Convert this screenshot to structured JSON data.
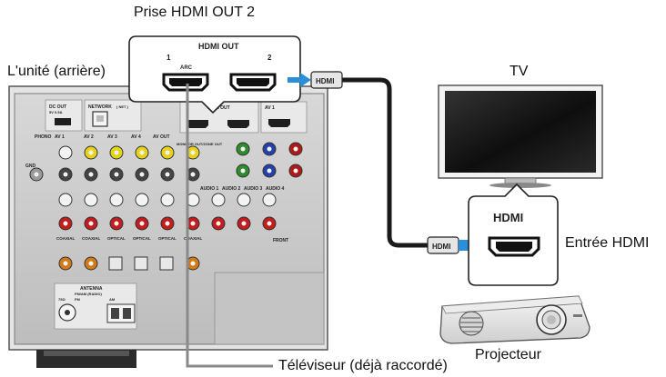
{
  "labels": {
    "hdmi_out2_title": "Prise HDMI OUT 2",
    "unit_rear": "L'unité (arrière)",
    "tv": "TV",
    "hdmi_input": "Entrée HDMI",
    "projector": "Projecteur",
    "tv_already_connected": "Téléviseur (déjà raccordé)"
  },
  "callout": {
    "title": "HDMI OUT",
    "port1": "1",
    "port2": "2",
    "arc": "ARC"
  },
  "cable": {
    "plug_label": "HDMI"
  },
  "projector_callout": {
    "title": "HDMI"
  },
  "panel": {
    "dc_out": "DC OUT",
    "dc_out_sub": "5V 0.5A",
    "network": "NETWORK",
    "net_sub": "( NET )",
    "hdmi_out": "HDMI OUT",
    "av1": "AV 1",
    "phono": "PHONO",
    "gnd": "GND",
    "av_row": [
      "AV 1",
      "AV 2",
      "AV 3",
      "AV 4",
      "AV OUT"
    ],
    "monitor_out": "MONITOR OUT/ZONE OUT",
    "audio_row": [
      "AUDIO 1",
      "AUDIO 2",
      "AUDIO 3",
      "AUDIO 4"
    ],
    "coaxial": "COAXIAL",
    "optical": "OPTICAL",
    "front": "FRONT",
    "antenna": "ANTENNA",
    "antenna_sub": "FM/AM (RADIO)",
    "am": "AM",
    "fm": "FM",
    "tuner": "75Ω"
  },
  "colors": {
    "arrow_blue": "#2c8ed6",
    "panel_gray": "#c9c9c9",
    "panel_dark": "#3a3a3a",
    "cable_black": "#1a1a1a"
  }
}
